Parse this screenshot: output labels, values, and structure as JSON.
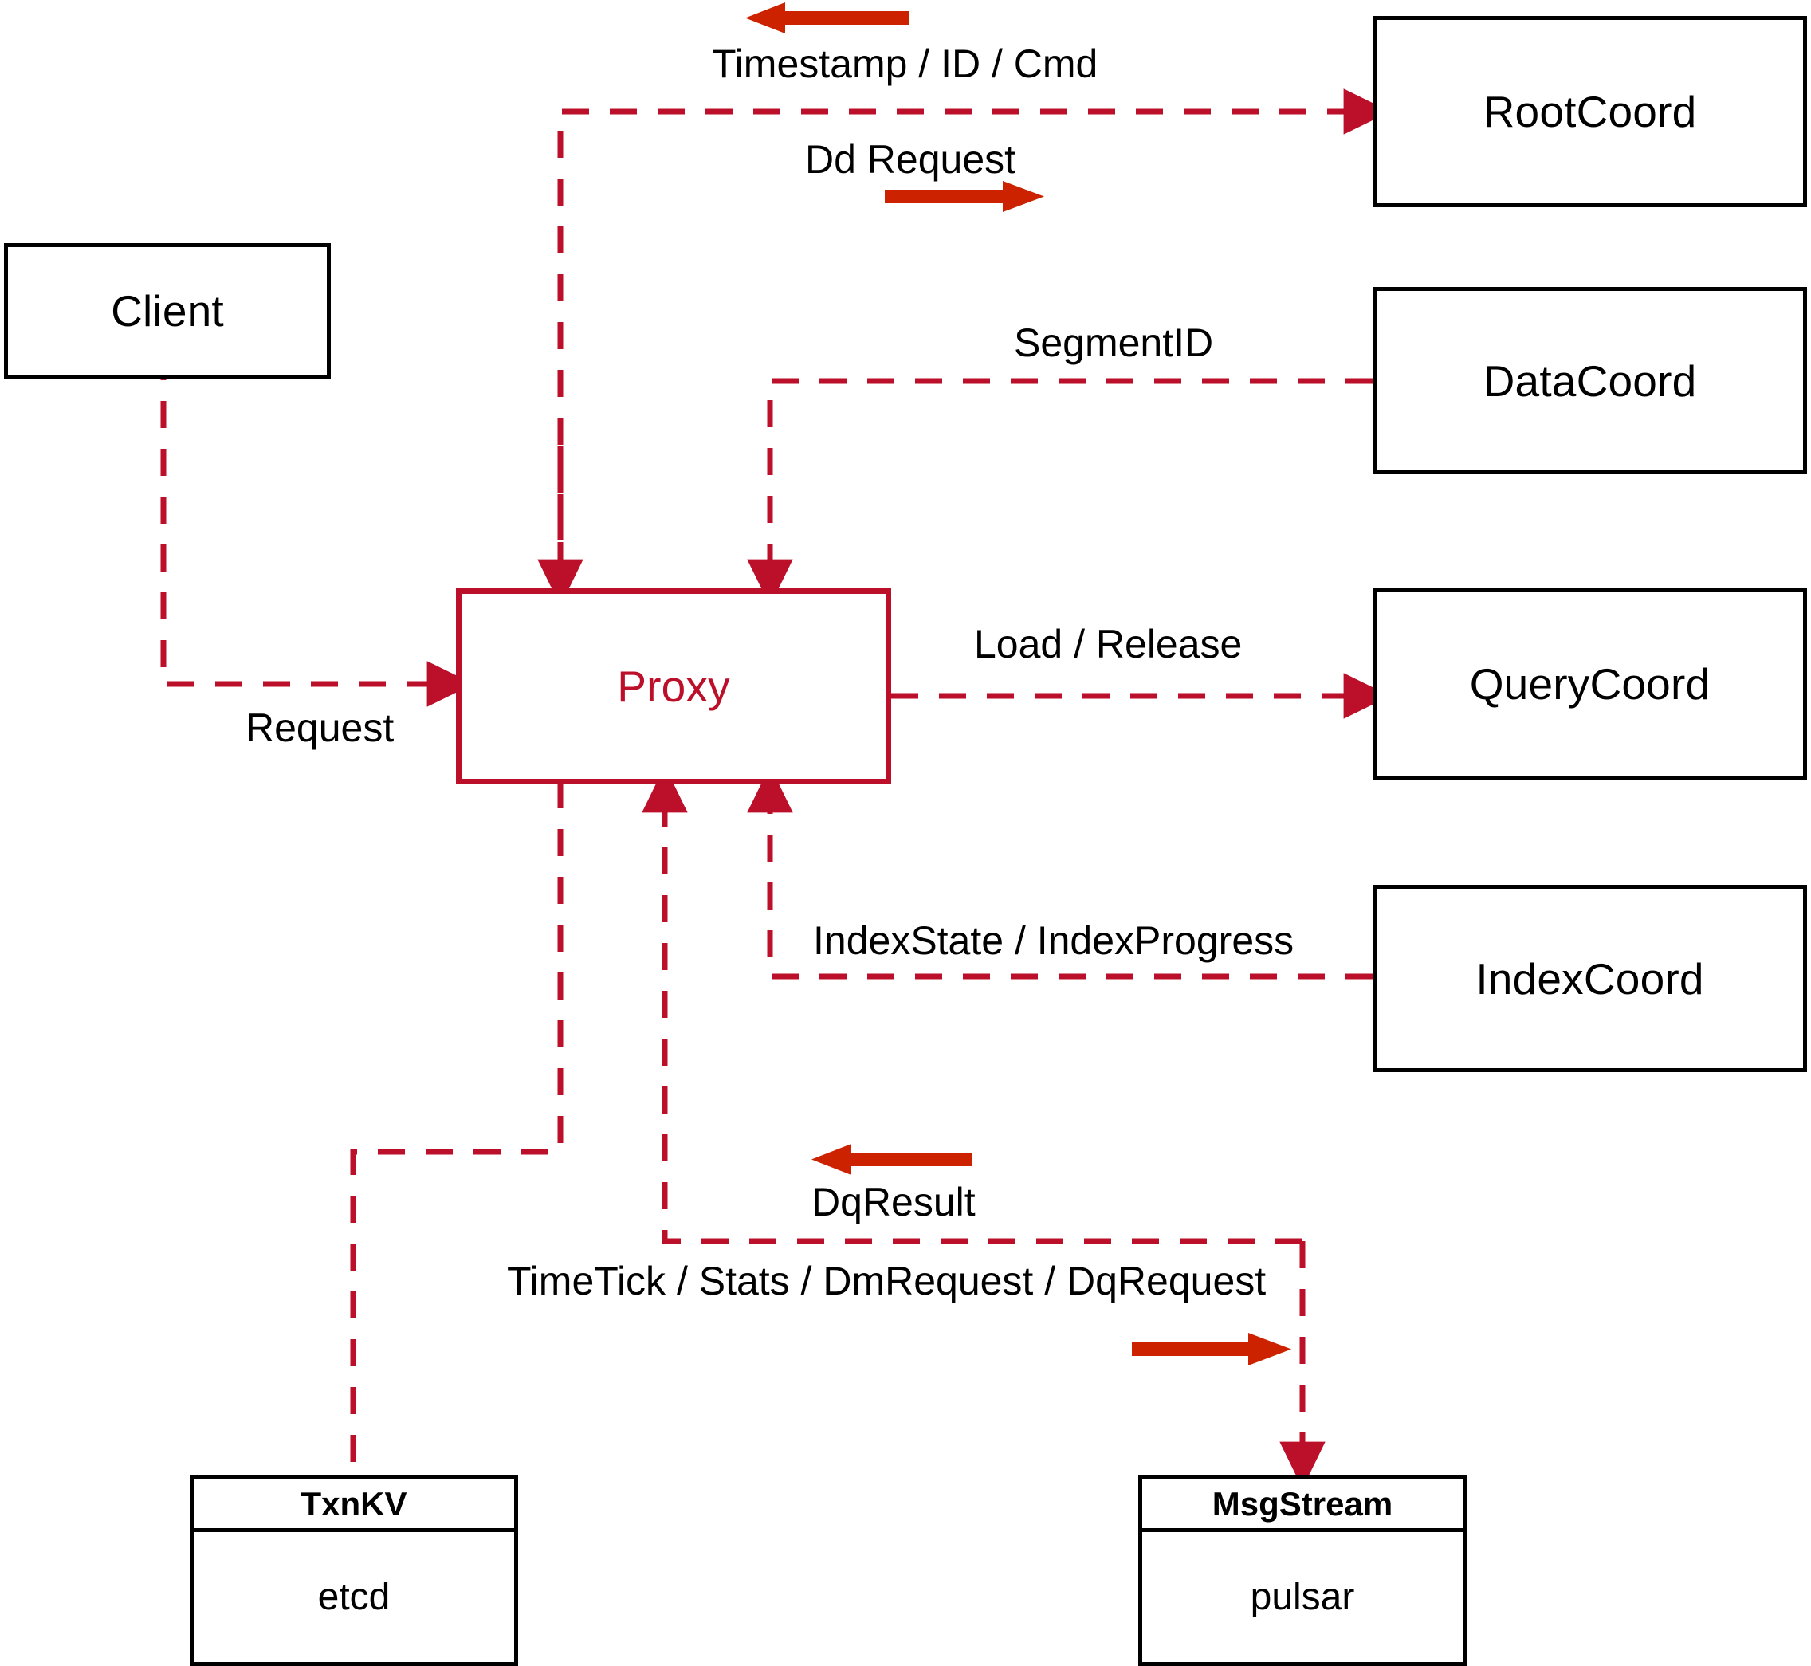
{
  "diagram": {
    "title": "Milvus Proxy interaction diagram",
    "accent_color": "#bb0f2a",
    "arrow_color": "#cc2200",
    "node_border_color": "#000000",
    "background": "#ffffff"
  },
  "nodes": {
    "client": {
      "label": "Client"
    },
    "proxy": {
      "label": "Proxy"
    },
    "root_coord": {
      "label": "RootCoord"
    },
    "data_coord": {
      "label": "DataCoord"
    },
    "query_coord": {
      "label": "QueryCoord"
    },
    "index_coord": {
      "label": "IndexCoord"
    },
    "txnkv": {
      "header": "TxnKV",
      "body": "etcd"
    },
    "msgstream": {
      "header": "MsgStream",
      "body": "pulsar"
    }
  },
  "edge_labels": {
    "timestamp_id_cmd": "Timestamp / ID / Cmd",
    "dd_request": "Dd Request",
    "segment_id": "SegmentID",
    "load_release": "Load / Release",
    "index_state_progress": "IndexState / IndexProgress",
    "request": "Request",
    "dq_result": "DqResult",
    "timetick_stats": "TimeTick / Stats / DmRequest / DqRequest"
  }
}
